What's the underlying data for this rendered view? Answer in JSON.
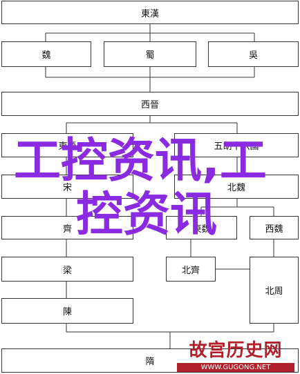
{
  "nodes": {
    "east_han": "東漢",
    "wei": "魏",
    "shu": "蜀",
    "wu": "吳",
    "western_jin": "西晉",
    "eastern_jin": "東晉",
    "sixteen_kingdoms": "五胡十六國",
    "song": "宋",
    "northern_wei": "北魏",
    "qi": "齊",
    "eastern_wei": "東魏",
    "western_wei": "西魏",
    "liang": "梁",
    "northern_qi": "北齊",
    "northern_zhou": "北周",
    "chen": "陳",
    "sui": "隋"
  },
  "overlay": {
    "line1": "工控资讯,工",
    "line2": "控资讯"
  },
  "watermark": {
    "title": "故宫历史网",
    "url": "WWW.GUGONG.NET"
  },
  "colors": {
    "overlay": "#8a2be2",
    "watermark": "#b0202a",
    "border": "#333333"
  }
}
